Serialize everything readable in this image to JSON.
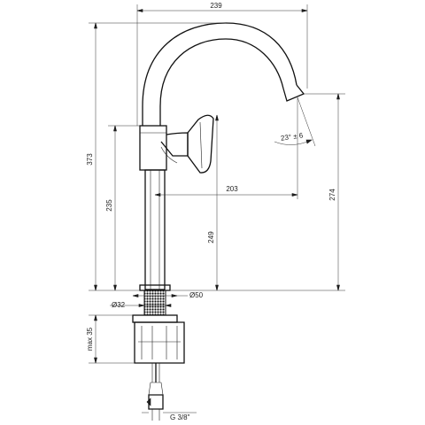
{
  "dimensions": {
    "overall_width": "239",
    "overall_height": "373",
    "spout_height": "274",
    "lever_height": "235",
    "body_height": "249",
    "spout_reach": "203",
    "swivel_angle": "23° ± 6",
    "base_diameter": "Ø50",
    "shank_diameter": "Ø32",
    "max_mount_thickness": "max 35",
    "connection_thread": "G 3/8\""
  },
  "colors": {
    "line": "#111111",
    "background": "#ffffff"
  }
}
